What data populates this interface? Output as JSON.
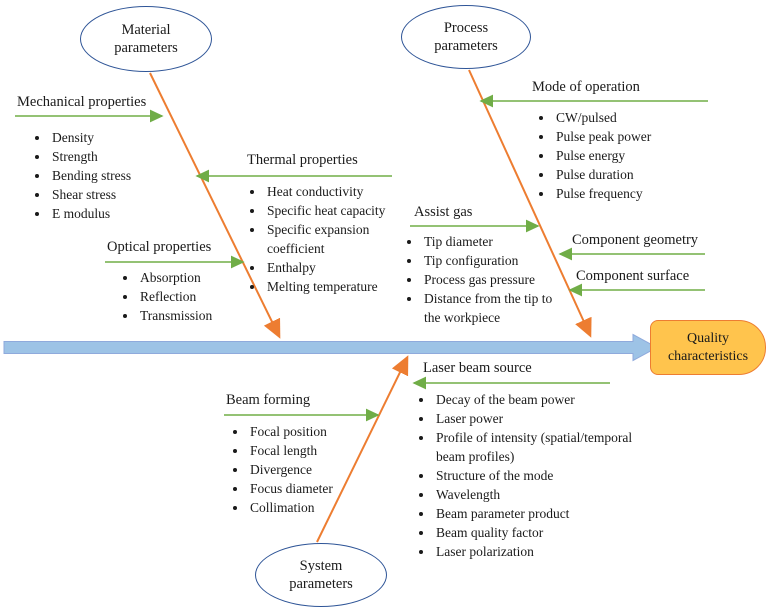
{
  "title": "Cause-and-effect (fishbone) diagram of laser process quality characteristics",
  "colors": {
    "ellipse-border": "#2F5597",
    "orange-arrow": "#ED7D31",
    "green-arrow": "#70AD47",
    "spine-fill": "#9DC3E6",
    "spine-border": "#8FAADC",
    "quality-fill": "#FFC44D",
    "quality-border": "#ED7D31",
    "text": "#1a1a1a"
  },
  "nodes": {
    "material": "Material parameters",
    "process": "Process parameters",
    "system": "System parameters",
    "quality": "Quality characteristics"
  },
  "branches": {
    "mechanical": {
      "label": "Mechanical properties",
      "items": [
        "Density",
        "Strength",
        "Bending stress",
        "Shear stress",
        "E modulus"
      ]
    },
    "thermal": {
      "label": "Thermal properties",
      "items": [
        "Heat conductivity",
        "Specific heat capacity",
        "Specific expansion coefficient",
        "Enthalpy",
        "Melting temperature"
      ]
    },
    "optical": {
      "label": "Optical properties",
      "items": [
        "Absorption",
        "Reflection",
        "Transmission"
      ]
    },
    "mode": {
      "label": "Mode of operation",
      "items": [
        "CW/pulsed",
        "Pulse peak power",
        "Pulse energy",
        "Pulse duration",
        "Pulse frequency"
      ]
    },
    "assist": {
      "label": "Assist gas",
      "items": [
        "Tip diameter",
        "Tip configuration",
        "Process gas pressure",
        "Distance from the tip to the workpiece"
      ]
    },
    "component_geometry": {
      "label": "Component geometry",
      "items": []
    },
    "component_surface": {
      "label": "Component surface",
      "items": []
    },
    "laser_beam_source": {
      "label": "Laser beam source",
      "items": [
        "Decay of the beam power",
        "Laser power",
        "Profile of intensity (spatial/temporal beam profiles)",
        "Structure of the mode",
        "Wavelength",
        "Beam parameter product",
        "Beam quality factor",
        "Laser polarization"
      ]
    },
    "beam_forming": {
      "label": "Beam forming",
      "items": [
        "Focal position",
        "Focal length",
        "Divergence",
        "Focus diameter",
        "Collimation"
      ]
    }
  }
}
